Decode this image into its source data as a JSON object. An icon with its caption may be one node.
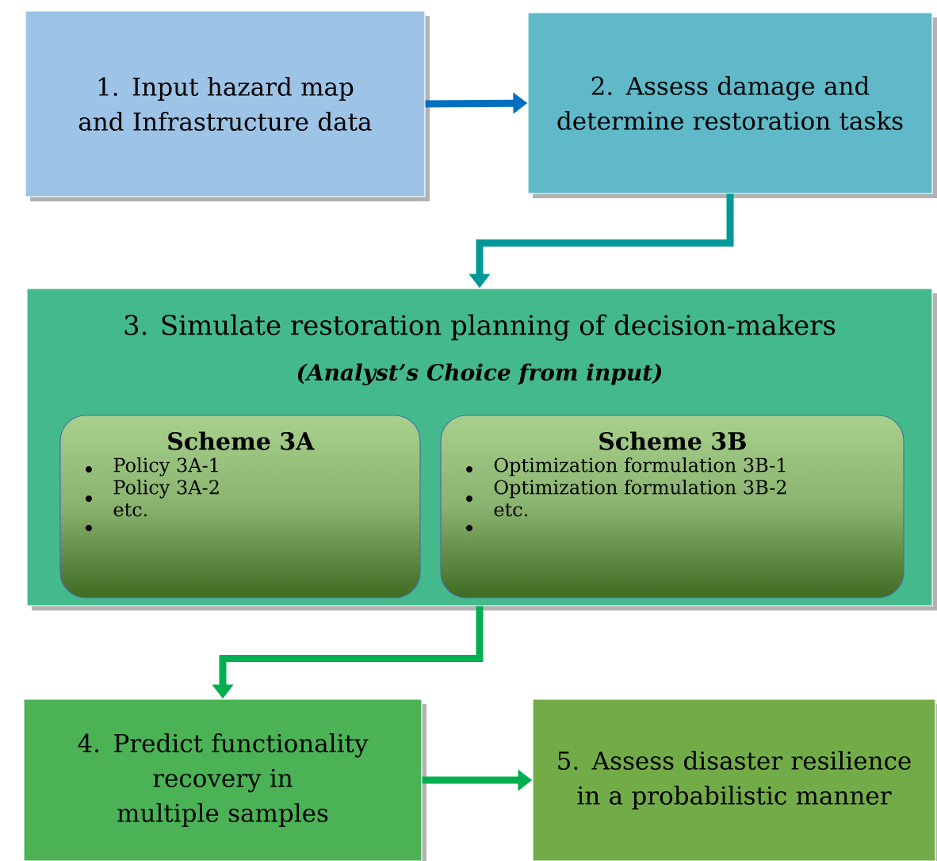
{
  "diagram": {
    "nodes": [
      {
        "text": [
          "1. Input hazard map and Infrastructure data"
        ]
      },
      {
        "text": [
          "2. Assess damage and determine restoration tasks"
        ]
      },
      {
        "text": [
          "3. Simulate restoration planning of decision-makers",
          "(Analyst’s Choice from input)"
        ]
      },
      {
        "text": [
          "Scheme 3A",
          "Policy 3A-1",
          "Policy 3A-2",
          "etc."
        ],
        "in": 2
      },
      {
        "text": [
          "Scheme 3B",
          "Optimization formulation 3B-1",
          "Optimization formulation 3B-2",
          "etc."
        ],
        "in": 2
      },
      {
        "text": [
          "4. Predict functionality recovery in multiple samples"
        ]
      },
      {
        "text": [
          "5. Assess disaster resilience in a probabilistic manner"
        ]
      }
    ],
    "edges": [
      {
        "from": 0,
        "to": 1,
        "arrow": "to",
        "color": "#0070c0"
      },
      {
        "from": 1,
        "to": 2,
        "arrow": "to",
        "color": "#009999"
      },
      {
        "from": 2,
        "to": 5,
        "arrow": "to"
      },
      {
        "from": 5,
        "to": 6,
        "arrow": "to"
      }
    ]
  }
}
